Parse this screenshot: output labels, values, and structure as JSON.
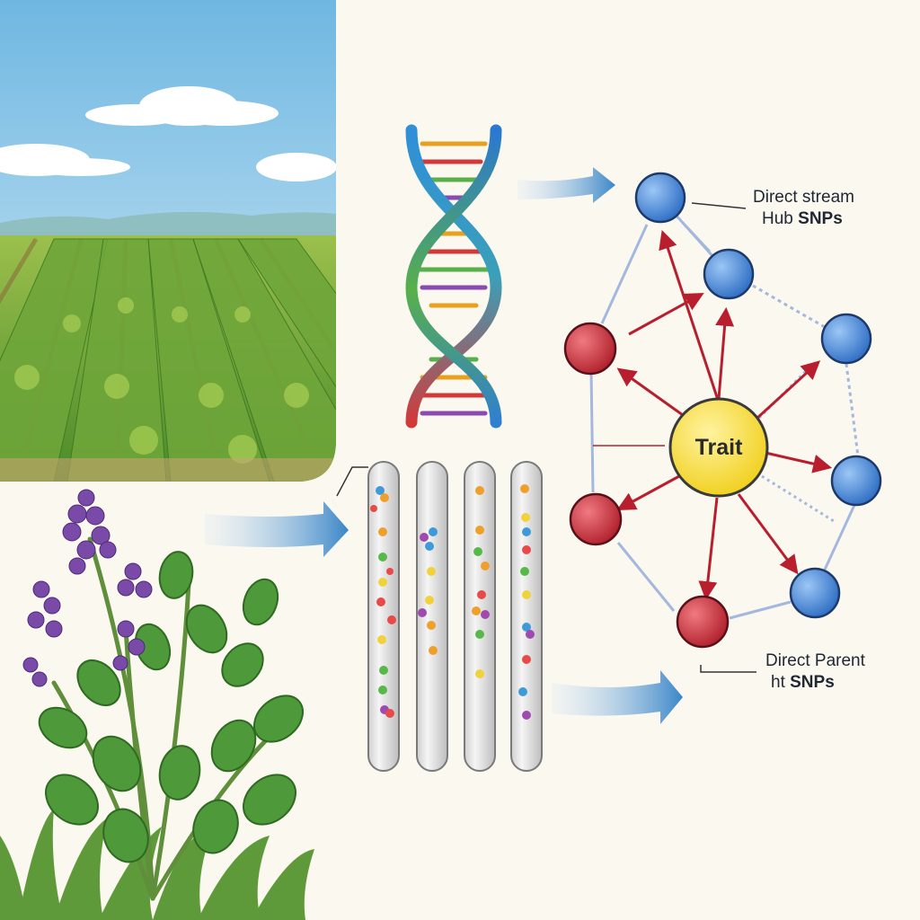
{
  "diagram": {
    "trait_label": "Trait",
    "hub_label": {
      "line1": "Direct stream",
      "line2_prefix": "Hub ",
      "line2_bold": "SNPs"
    },
    "parent_label": {
      "line1": "Direct Parent",
      "line2_prefix": "ht ",
      "line2_bold": "SNPs"
    },
    "node_colors": {
      "trait": "#f4dc34",
      "hub": "#4a86d8",
      "parent": "#d2323f"
    },
    "chromosome_count": 4,
    "marker_colors": [
      "#e84a4a",
      "#f0a02a",
      "#f2d23a",
      "#58b84a",
      "#3e9ad8",
      "#a04ab0"
    ]
  }
}
